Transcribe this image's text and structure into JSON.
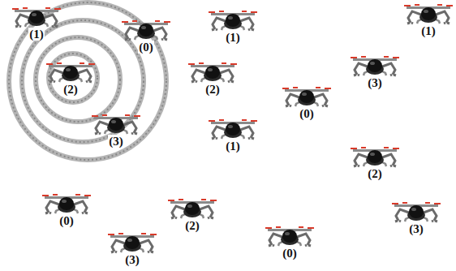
{
  "diagram": {
    "labels": [
      "(1)",
      "(0)",
      "(1)",
      "(1)",
      "(2)",
      "(2)",
      "(3)",
      "(0)",
      "(3)",
      "(1)",
      "(2)",
      "(0)",
      "(2)",
      "(3)",
      "(3)",
      "(0)"
    ]
  }
}
